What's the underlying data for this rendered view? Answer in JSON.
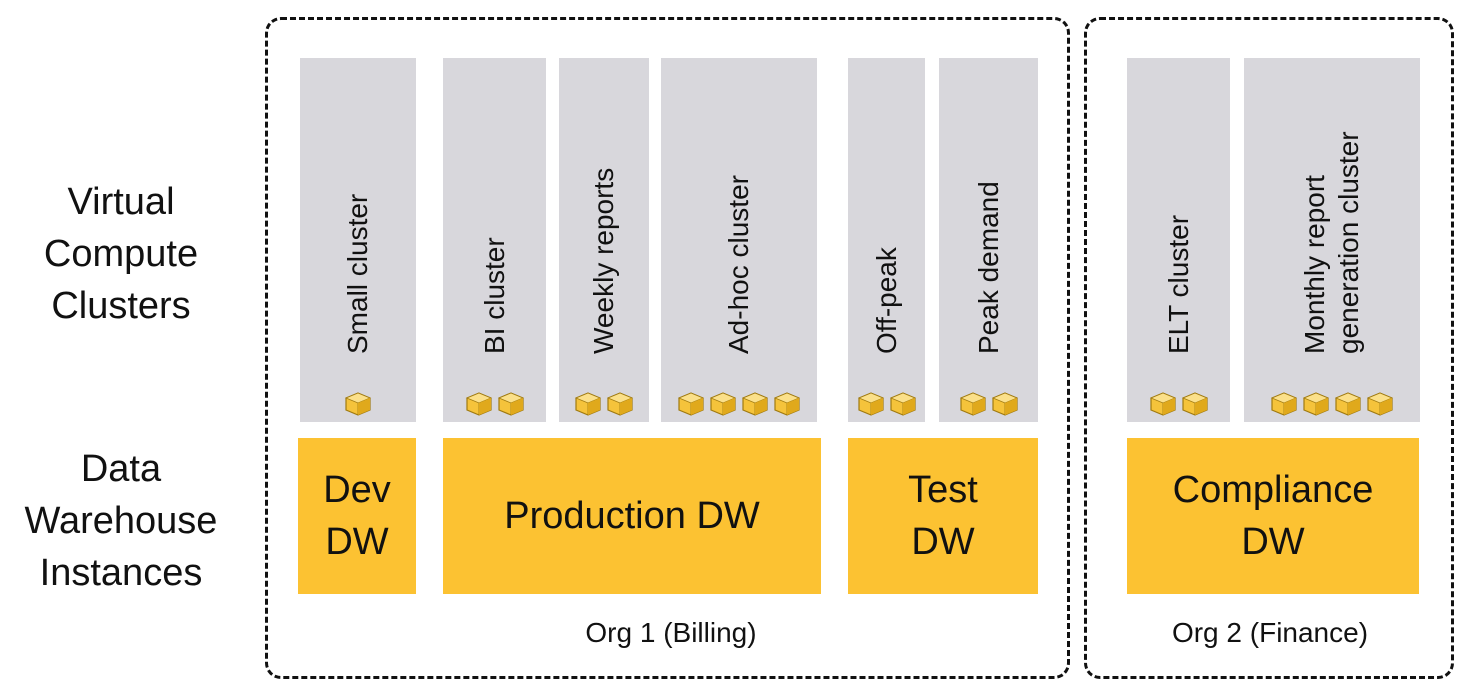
{
  "row_labels": {
    "clusters": [
      "Virtual",
      "Compute",
      "Clusters"
    ],
    "instances": [
      "Data",
      "Warehouse",
      "Instances"
    ]
  },
  "orgs": [
    {
      "label": "Org 1 (Billing)"
    },
    {
      "label": "Org 2 (Finance)"
    }
  ],
  "clusters": [
    {
      "lines": [
        "Small cluster"
      ],
      "nodes": 1
    },
    {
      "lines": [
        "BI cluster"
      ],
      "nodes": 2
    },
    {
      "lines": [
        "Weekly reports"
      ],
      "nodes": 2
    },
    {
      "lines": [
        "Ad-hoc cluster"
      ],
      "nodes": 4
    },
    {
      "lines": [
        "Off-peak"
      ],
      "nodes": 2
    },
    {
      "lines": [
        "Peak demand"
      ],
      "nodes": 2
    },
    {
      "lines": [
        "ELT cluster"
      ],
      "nodes": 2
    },
    {
      "lines": [
        "Monthly report",
        "generation cluster"
      ],
      "nodes": 4
    }
  ],
  "warehouses": [
    {
      "lines": [
        "Dev",
        "DW"
      ]
    },
    {
      "lines": [
        "Production DW"
      ]
    },
    {
      "lines": [
        "Test",
        "DW"
      ]
    },
    {
      "lines": [
        "Compliance",
        "DW"
      ]
    }
  ],
  "colors": {
    "cluster_bg": "#d8d7dc",
    "warehouse_bg": "#fcc232",
    "node": "#f5c33b"
  },
  "icon": "compute-node-icon"
}
